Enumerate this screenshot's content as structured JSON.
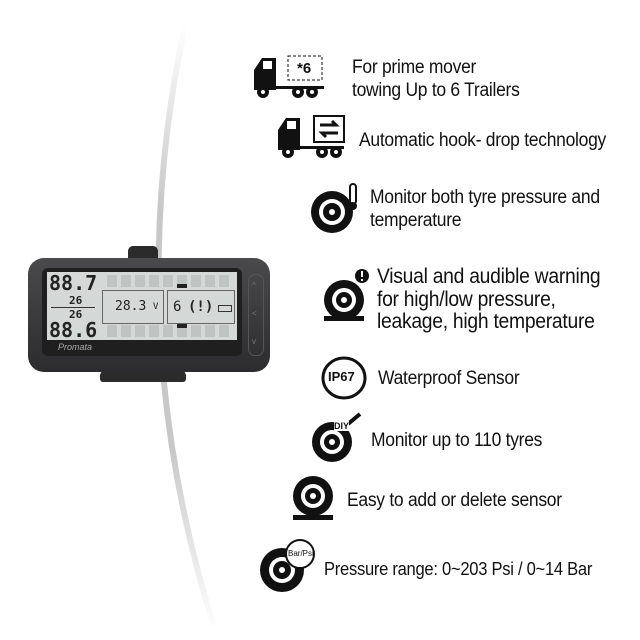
{
  "device": {
    "brand": "Promata",
    "display": {
      "pressure_top": "88.7",
      "temp_top": "26",
      "temp_bottom": "26",
      "pressure_bottom": "88.6",
      "voltage": "28.3",
      "voltage_unit": "V",
      "trailer_number": "6",
      "temp_unit": "℃"
    },
    "buttons": [
      "up-button",
      "set-button",
      "down-button"
    ]
  },
  "features": [
    {
      "icon": "truck-6-trailers-icon",
      "badge": "*6",
      "lines": [
        "For prime mover",
        "towing Up to 6 Trailers"
      ]
    },
    {
      "icon": "truck-swap-icon",
      "lines": [
        "Automatic hook- drop technology"
      ]
    },
    {
      "icon": "tyre-thermometer-icon",
      "lines": [
        "Monitor both tyre pressure and",
        "temperature"
      ]
    },
    {
      "icon": "tyre-warning-icon",
      "lines": [
        "Visual and audible warning",
        "for high/low pressure,",
        "leakage, high temperature"
      ]
    },
    {
      "icon": "ip67-icon",
      "badge": "IP67",
      "lines": [
        "Waterproof  Sensor"
      ]
    },
    {
      "icon": "tyre-diy-icon",
      "badge": "DIY",
      "lines": [
        "Monitor up to 110 tyres"
      ]
    },
    {
      "icon": "tyre-icon",
      "lines": [
        "Easy to add or delete sensor"
      ]
    },
    {
      "icon": "tyre-gauge-icon",
      "badge": "Bar/Psi",
      "lines": [
        "Pressure range: 0~203 Psi / 0~14 Bar"
      ]
    }
  ],
  "colors": {
    "text": "#111111",
    "arc": "#c8c8c8",
    "device_body": "#3a3a3c",
    "lcd": "#d4d8d6"
  }
}
